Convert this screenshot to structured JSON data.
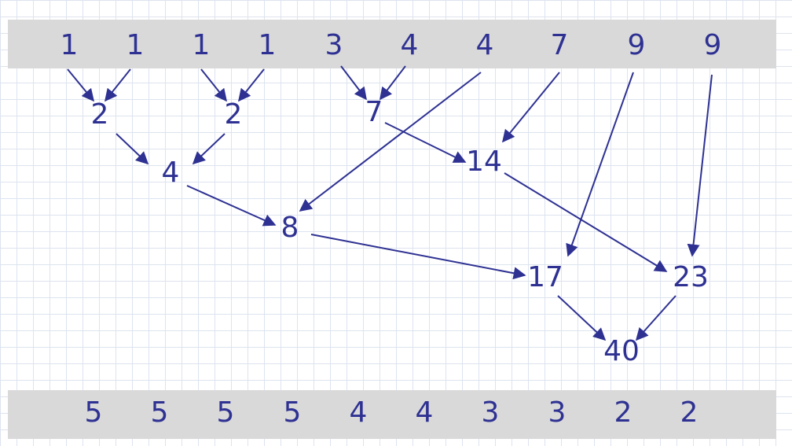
{
  "input_row": [
    "1",
    "1",
    "1",
    "1",
    "3",
    "4",
    "4",
    "7",
    "9",
    "9"
  ],
  "merge_nodes": [
    "2",
    "2",
    "7",
    "4",
    "14",
    "8",
    "17",
    "23",
    "40"
  ],
  "output_row": [
    "5",
    "5",
    "5",
    "5",
    "4",
    "4",
    "3",
    "3",
    "2",
    "2"
  ],
  "colors": {
    "text": "#2e3192",
    "band": "#d9d9d9",
    "grid": "#dde3ee"
  }
}
